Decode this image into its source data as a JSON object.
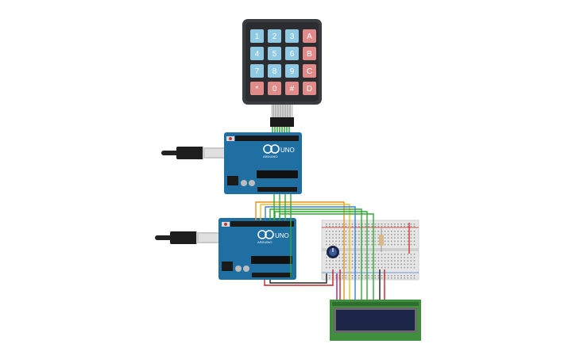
{
  "keypad": {
    "keys": [
      [
        "1",
        "2",
        "3",
        "A"
      ],
      [
        "4",
        "5",
        "6",
        "B"
      ],
      [
        "7",
        "8",
        "9",
        "C"
      ],
      [
        "*",
        "0",
        "#",
        "D"
      ]
    ]
  },
  "arduino_top": {
    "logo": "ARDUINO",
    "model": "UNO"
  },
  "arduino_bottom": {
    "logo": "ARDUINO",
    "model": "UNO"
  },
  "colors": {
    "background": "#ffffff",
    "keypad_body": "#3a3d40",
    "key_blue": "#8fc9e3",
    "key_red": "#e08a8a",
    "arduino_board": "#1f6fa3",
    "breadboard": "#e6e6e6",
    "lcd_board": "#3f8f3f",
    "lcd_screen": "#1a2548",
    "wire_green": "#2faa2f",
    "wire_yellow": "#e8c020",
    "wire_orange": "#e89020",
    "wire_blue": "#3a7fd0",
    "wire_red": "#cc2020",
    "wire_black": "#202020"
  }
}
